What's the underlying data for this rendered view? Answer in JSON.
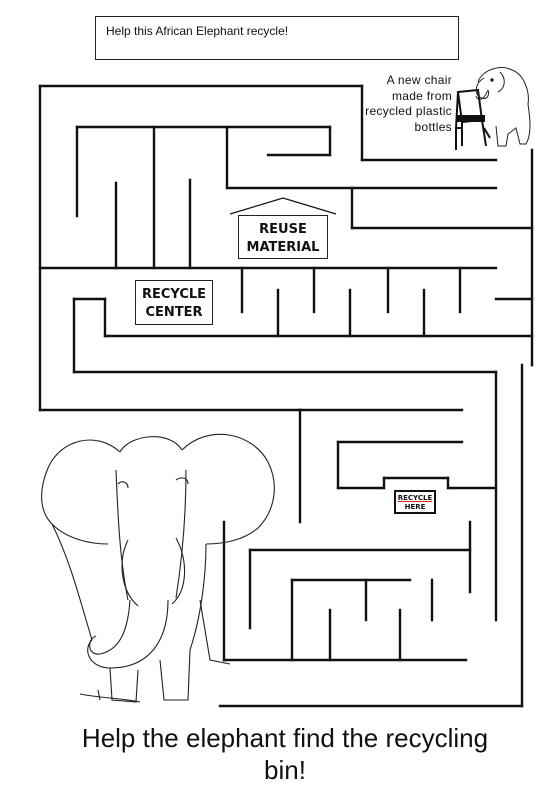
{
  "header": {
    "title": "Help this African Elephant recycle!"
  },
  "chair_note": {
    "text": "A new chair made from recycled plastic bottles"
  },
  "signs": {
    "reuse_line1": "REUSE",
    "reuse_line2": "MATERIAL",
    "recycle_line1": "RECYCLE",
    "recycle_line2": "CENTER",
    "bin_line1": "RECYCLE",
    "bin_line2": "HERE"
  },
  "footer": {
    "instruction": "Help the elephant find the recycling bin!"
  },
  "icons": [
    "elephant-icon",
    "baby-elephant-icon",
    "chair-icon",
    "house-roof-icon",
    "recycle-bin-icon"
  ],
  "colors": {
    "ink": "#111111",
    "bin_accent": "#dd2222"
  }
}
